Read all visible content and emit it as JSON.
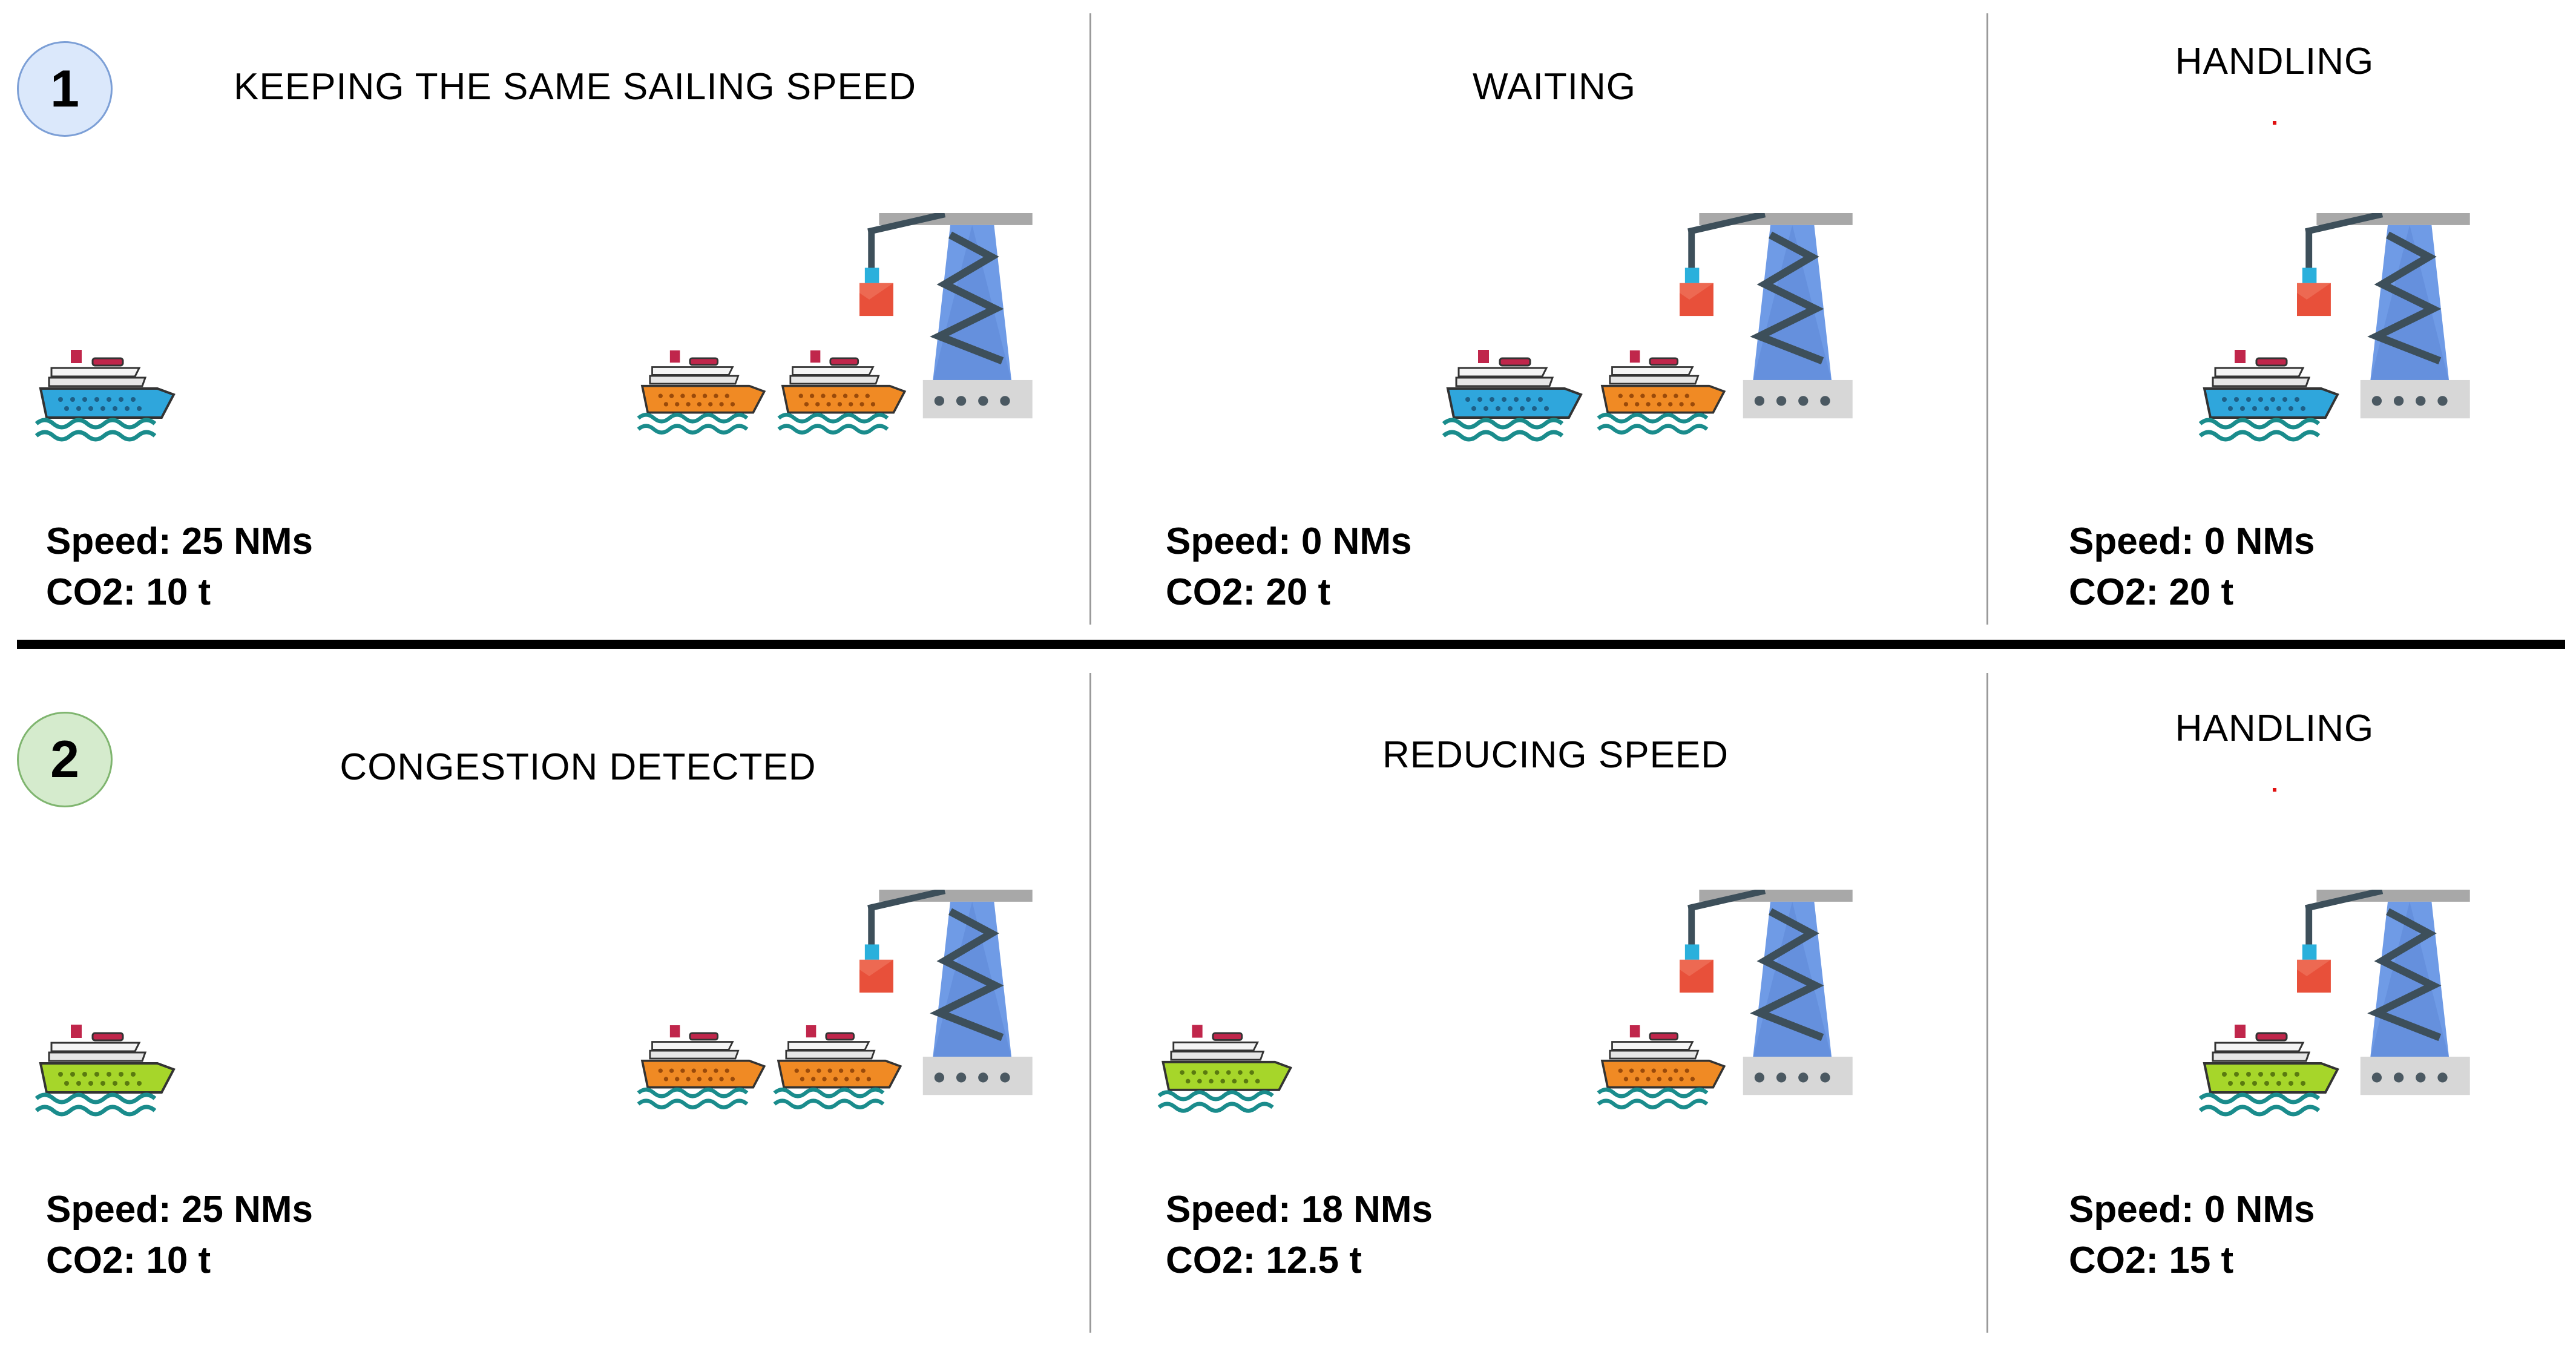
{
  "rows": [
    {
      "number": "1",
      "badge_colors": {
        "fill": "#dbe8fb",
        "stroke": "#7c9fd6"
      },
      "panels": [
        {
          "title": "KEEPING THE SAME SAILING SPEED",
          "speed": "Speed: 25 NMs",
          "co2": "CO2: 10 t"
        },
        {
          "title": "WAITING",
          "speed": "Speed: 0 NMs",
          "co2": "CO2: 20 t"
        },
        {
          "title": "HANDLING",
          "speed": "Speed: 0 NMs",
          "co2": "CO2: 20 t"
        }
      ]
    },
    {
      "number": "2",
      "badge_colors": {
        "fill": "#d5ebcd",
        "stroke": "#7fb56f"
      },
      "panels": [
        {
          "title": "CONGESTION DETECTED",
          "speed": "Speed: 25 NMs",
          "co2": "CO2: 10 t"
        },
        {
          "title": "REDUCING SPEED",
          "speed": "Speed: 18 NMs",
          "co2": "CO2: 12.5 t"
        },
        {
          "title": "HANDLING",
          "speed": "Speed: 0 NMs",
          "co2": "CO2: 15 t"
        }
      ]
    }
  ],
  "icons": {
    "ship": "ship-icon",
    "crane": "port-crane-icon"
  },
  "colors": {
    "ship_blue": "#2fa6dc",
    "ship_orange": "#f08a24",
    "ship_green": "#a6d62a",
    "crane_blue": "#6f9be6",
    "crane_arm": "#a8a8a8",
    "container_red": "#e8503a",
    "container_hook": "#2ab0dc"
  }
}
